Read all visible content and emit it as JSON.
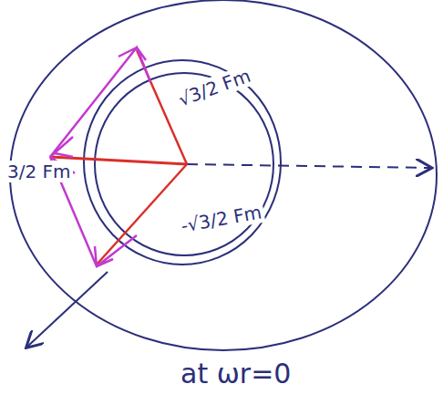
{
  "diagram": {
    "labels": [
      "√3/2 Fm",
      "3/2 Fm",
      "-√3/2 Fm",
      "at ωr=0"
    ]
  }
}
